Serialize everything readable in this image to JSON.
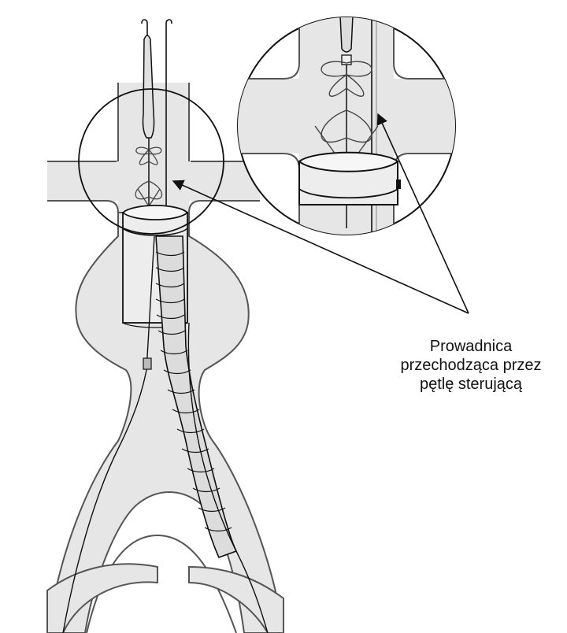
{
  "figure": {
    "callout_lines": [
      "Prowadnica",
      "przechodząca przez",
      "pętlę sterującą"
    ]
  },
  "colors": {
    "vessel_fill": "#e6e6e6",
    "vessel_outline": "#555555",
    "line": "#111111",
    "background": "#ffffff"
  }
}
